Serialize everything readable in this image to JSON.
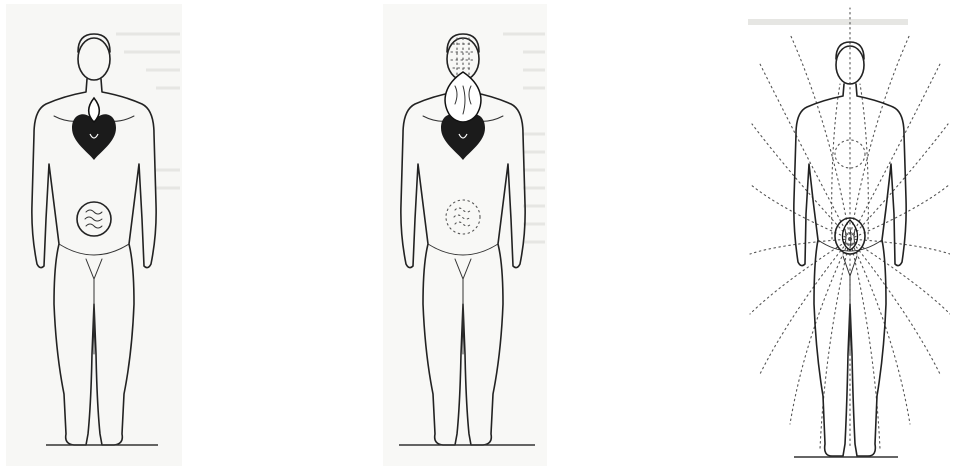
{
  "figures": [
    {
      "id": "figure-1",
      "features": [
        "heart-center",
        "flame",
        "navel-center-spiral"
      ]
    },
    {
      "id": "figure-2",
      "features": [
        "heart-center",
        "flame-up-to-head",
        "navel-center-dotted",
        "dotted-head-pattern"
      ]
    },
    {
      "id": "figure-3",
      "features": [
        "dotted-heart-center",
        "navel-center-flame",
        "radiating-field-lines"
      ]
    }
  ],
  "colors": {
    "ink": "#222222",
    "paper": "#f7f7f5"
  }
}
